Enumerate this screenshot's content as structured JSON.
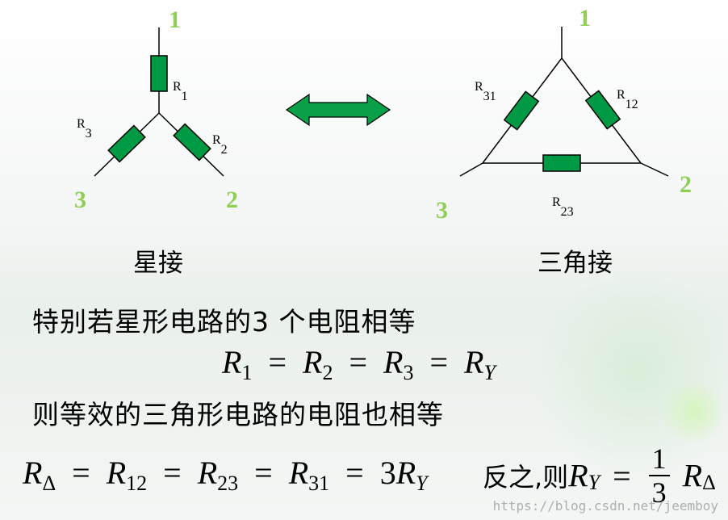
{
  "star": {
    "node_1": "1",
    "node_2": "2",
    "node_3": "3",
    "r1_main": "R",
    "r1_sub": "1",
    "r2_main": "R",
    "r2_sub": "2",
    "r3_main": "R",
    "r3_sub": "3",
    "caption": "星接"
  },
  "delta": {
    "node_1": "1",
    "node_2": "2",
    "node_3": "3",
    "r31_main": "R",
    "r31_sub": "31",
    "r12_main": "R",
    "r12_sub": "12",
    "r23_main": "R",
    "r23_sub": "23",
    "caption": "三角接"
  },
  "text": {
    "line1": "特别若星形电路的3 个电阻相等",
    "line2": "则等效的三角形电路的电阻也相等",
    "inverse_prefix": "反之,则"
  },
  "equation1": {
    "terms": [
      {
        "main": "R",
        "sub": "1"
      },
      {
        "main": "R",
        "sub": "2"
      },
      {
        "main": "R",
        "sub": "3"
      },
      {
        "main": "R",
        "sub": "Y"
      }
    ],
    "operator": "="
  },
  "equation2": {
    "terms": [
      {
        "main": "R",
        "sub": "Δ"
      },
      {
        "main": "R",
        "sub": "12"
      },
      {
        "main": "R",
        "sub": "23"
      },
      {
        "main": "R",
        "sub": "31"
      }
    ],
    "last_coef": "3",
    "last_main": "R",
    "last_sub": "Y",
    "operator": "="
  },
  "equation3": {
    "lhs_main": "R",
    "lhs_sub": "Y",
    "operator": "=",
    "numerator": "1",
    "denominator": "3",
    "rhs_main": "R",
    "rhs_sub": "Δ"
  },
  "watermark": "https://blog.csdn.net/jeemboy",
  "colors": {
    "resistor_fill": "#009a44",
    "arrow_fill": "#0aa04a",
    "node_label": "#8fcf55",
    "wire": "#000000"
  }
}
